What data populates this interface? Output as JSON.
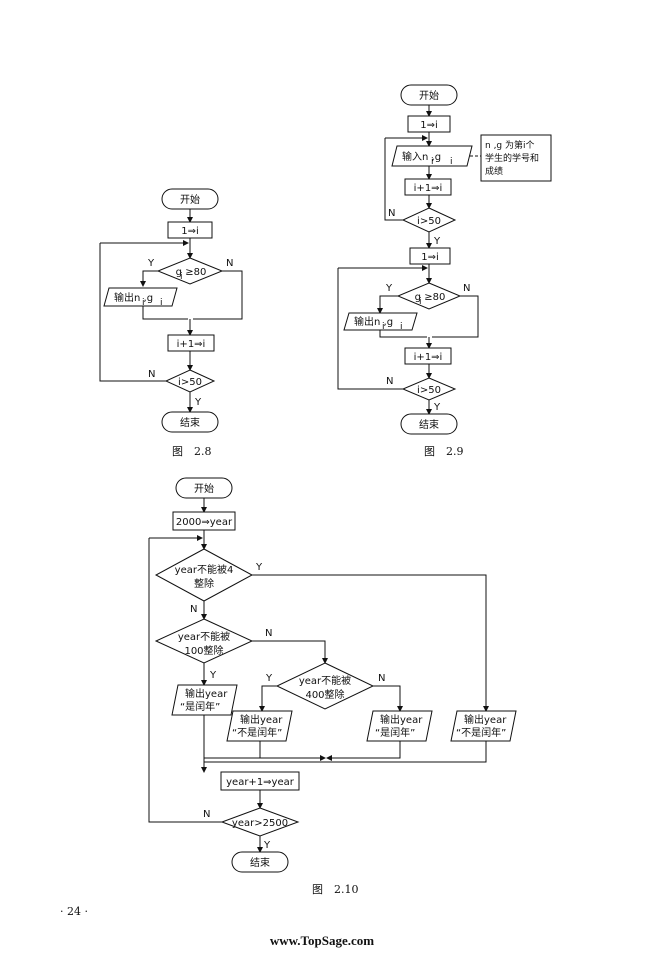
{
  "fig28": {
    "start": "开始",
    "init": "1⇒i",
    "cond": "g  ≥80",
    "cond_sub": "i",
    "y": "Y",
    "n": "N",
    "output": "输出n ,g",
    "output_sub1": "i",
    "output_sub2": "i",
    "inc": "i+1⇒i",
    "loop_cond": "i>50",
    "loop_n": "N",
    "loop_y": "Y",
    "end": "结束",
    "caption": "图　2.8"
  },
  "fig29": {
    "start": "开始",
    "init1": "1⇒i",
    "input": "输入n ,g",
    "input_sub1": "i",
    "input_sub2": "i",
    "note_line1": "n ,g 为第i个",
    "note_line2": "学生的学号和",
    "note_line3": "成绩",
    "inc1": "i+1⇒i",
    "cond1": "i>50",
    "cond1_n": "N",
    "cond1_y": "Y",
    "init2": "1⇒i",
    "cond2": "g  ≥80",
    "cond2_sub": "i",
    "y": "Y",
    "n": "N",
    "output": "输出n ,g",
    "output_sub1": "i",
    "output_sub2": "i",
    "inc2": "i+1⇒i",
    "cond3": "i>50",
    "cond3_n": "N",
    "cond3_y": "Y",
    "end": "结束",
    "caption": "图　2.9"
  },
  "fig210": {
    "start": "开始",
    "init": "2000⇒year",
    "cond1_l1": "year不能被4",
    "cond1_l2": "整除",
    "cond1_y": "Y",
    "cond1_n": "N",
    "cond2_l1": "year不能被",
    "cond2_l2": "100整除",
    "cond2_n": "N",
    "cond2_y": "Y",
    "cond3_l1": "year不能被",
    "cond3_l2": "400整除",
    "cond3_y": "Y",
    "cond3_n": "N",
    "out1_l1": "输出year",
    "out1_l2": "“是闰年”",
    "out2_l1": "输出year",
    "out2_l2": "“不是闰年”",
    "out3_l1": "输出year",
    "out3_l2": "“是闰年”",
    "out4_l1": "输出year",
    "out4_l2": "“不是闰年”",
    "inc": "year+1⇒year",
    "loop_cond": "year>2500",
    "loop_n": "N",
    "loop_y": "Y",
    "end": "结束",
    "caption": "图　2.10"
  },
  "page_number": "· 24 ·",
  "footer": "www.TopSage.com"
}
